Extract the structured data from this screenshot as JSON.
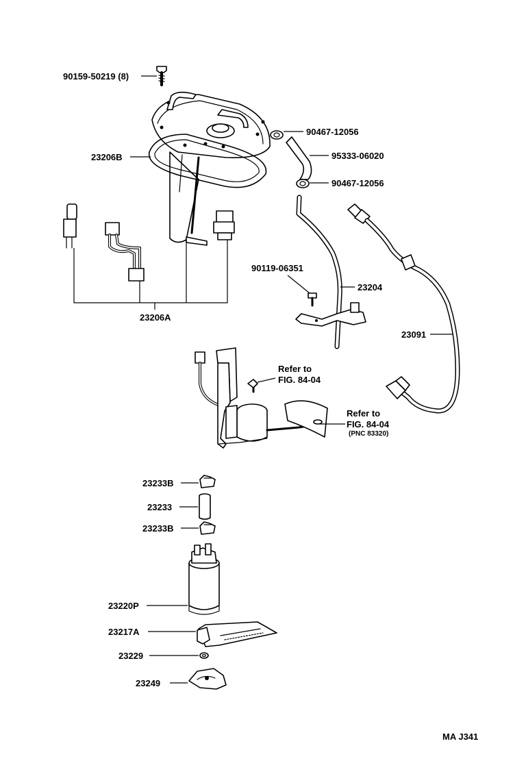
{
  "labels": {
    "bolt": "90159-50219 (8)",
    "clamp_top": "90467-12056",
    "hose": "95333-06020",
    "clamp_bottom": "90467-12056",
    "gauge_assy": "23206B",
    "wiring_assy": "23206A",
    "screw": "90119-06351",
    "fuel_tube": "23204",
    "fuel_line": "23091",
    "refer1_a": "Refer  to",
    "refer1_b": "FIG. 84-04",
    "refer2_a": "Refer  to",
    "refer2_b": "FIG. 84-04",
    "refer2_c": "(PNC  83320)",
    "clamp_upper": "23233B",
    "pump_hose": "23233",
    "clamp_lower": "23233B",
    "fuel_pump": "23220P",
    "filter": "23217A",
    "ring": "23229",
    "cushion": "23249"
  },
  "footer": {
    "code": "MA  J341"
  }
}
